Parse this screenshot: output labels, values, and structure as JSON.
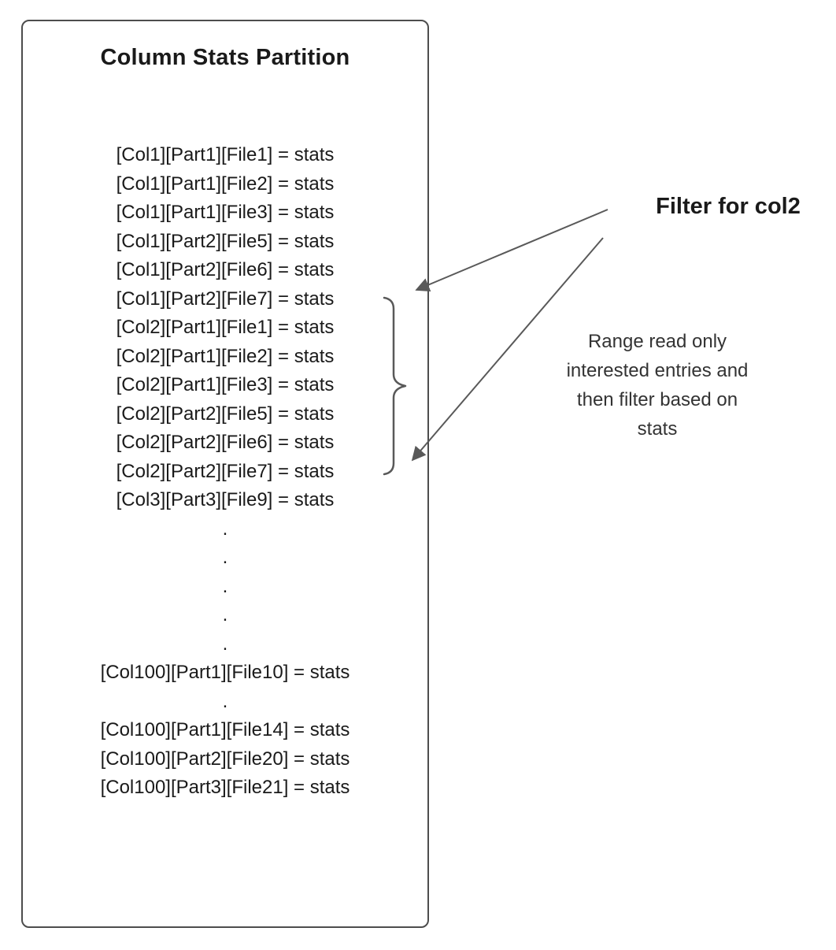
{
  "diagram": {
    "box": {
      "title": "Column Stats Partition",
      "entries": [
        "[Col1][Part1][File1] = stats",
        "[Col1][Part1][File2] = stats",
        "[Col1][Part1][File3] = stats",
        "[Col1][Part2][File5] = stats",
        "[Col1][Part2][File6] = stats",
        "[Col1][Part2][File7] = stats",
        "[Col2][Part1][File1] = stats",
        "[Col2][Part1][File2] = stats",
        "[Col2][Part1][File3] = stats",
        "[Col2][Part2][File5] = stats",
        "[Col2][Part2][File6] = stats",
        "[Col2][Part2][File7] = stats",
        "[Col3][Part3][File9] = stats",
        ".",
        ".",
        ".",
        ".",
        ".",
        "[Col100][Part1][File10] = stats",
        ".",
        "[Col100][Part1][File14] = stats",
        "[Col100][Part2][File20] = stats",
        "[Col100][Part3][File21] = stats"
      ]
    },
    "annotations": {
      "filter_label": "Filter for col2",
      "note_lines": [
        "Range read only",
        "interested entries and",
        "then filter based on",
        "stats"
      ]
    },
    "colors": {
      "border": "#4d4d4d",
      "line": "#595959",
      "text": "#1a1a1a"
    }
  }
}
